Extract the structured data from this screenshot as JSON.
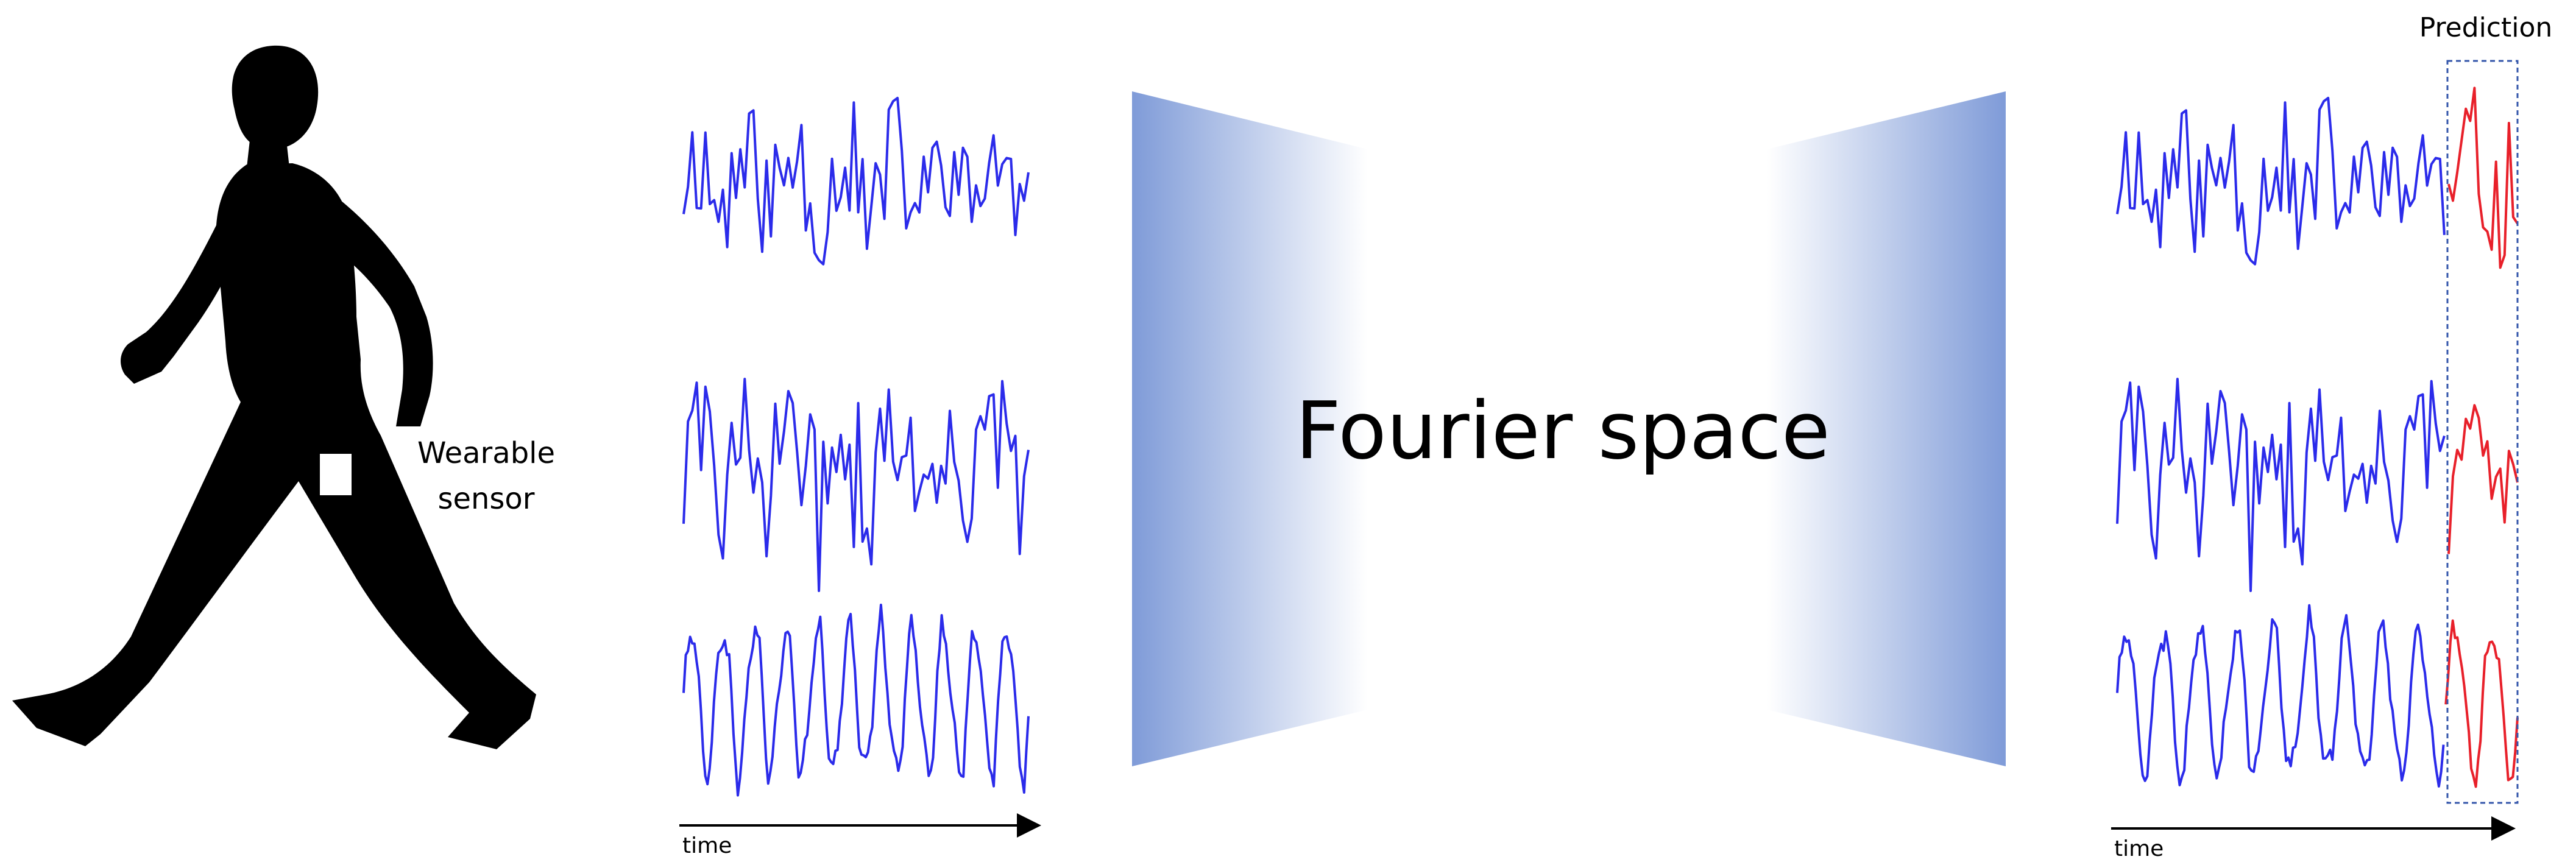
{
  "labels": {
    "sensor_line1": "Wearable",
    "sensor_line2": "sensor",
    "center_title": "Fourier space",
    "prediction": "Prediction",
    "time_left": "time",
    "time_right": "time"
  },
  "colors": {
    "silhouette": "#000000",
    "sensor": "#ffffff",
    "signal": "#2b2bea",
    "prediction": "#e8202a",
    "funnel_dark": "#7f9bd8",
    "funnel_light": "#ffffff",
    "prediction_box": "#3355aa"
  },
  "signals": [
    {
      "name": "signal-1",
      "shape": "spiky",
      "seed": 11
    },
    {
      "name": "signal-2",
      "shape": "spiky",
      "seed": 29
    },
    {
      "name": "signal-3",
      "shape": "periodic",
      "seed": 47
    }
  ],
  "icons": {
    "walker": "walking-person-icon",
    "sensor": "sensor-marker-icon",
    "arrow": "arrow-right-icon"
  }
}
